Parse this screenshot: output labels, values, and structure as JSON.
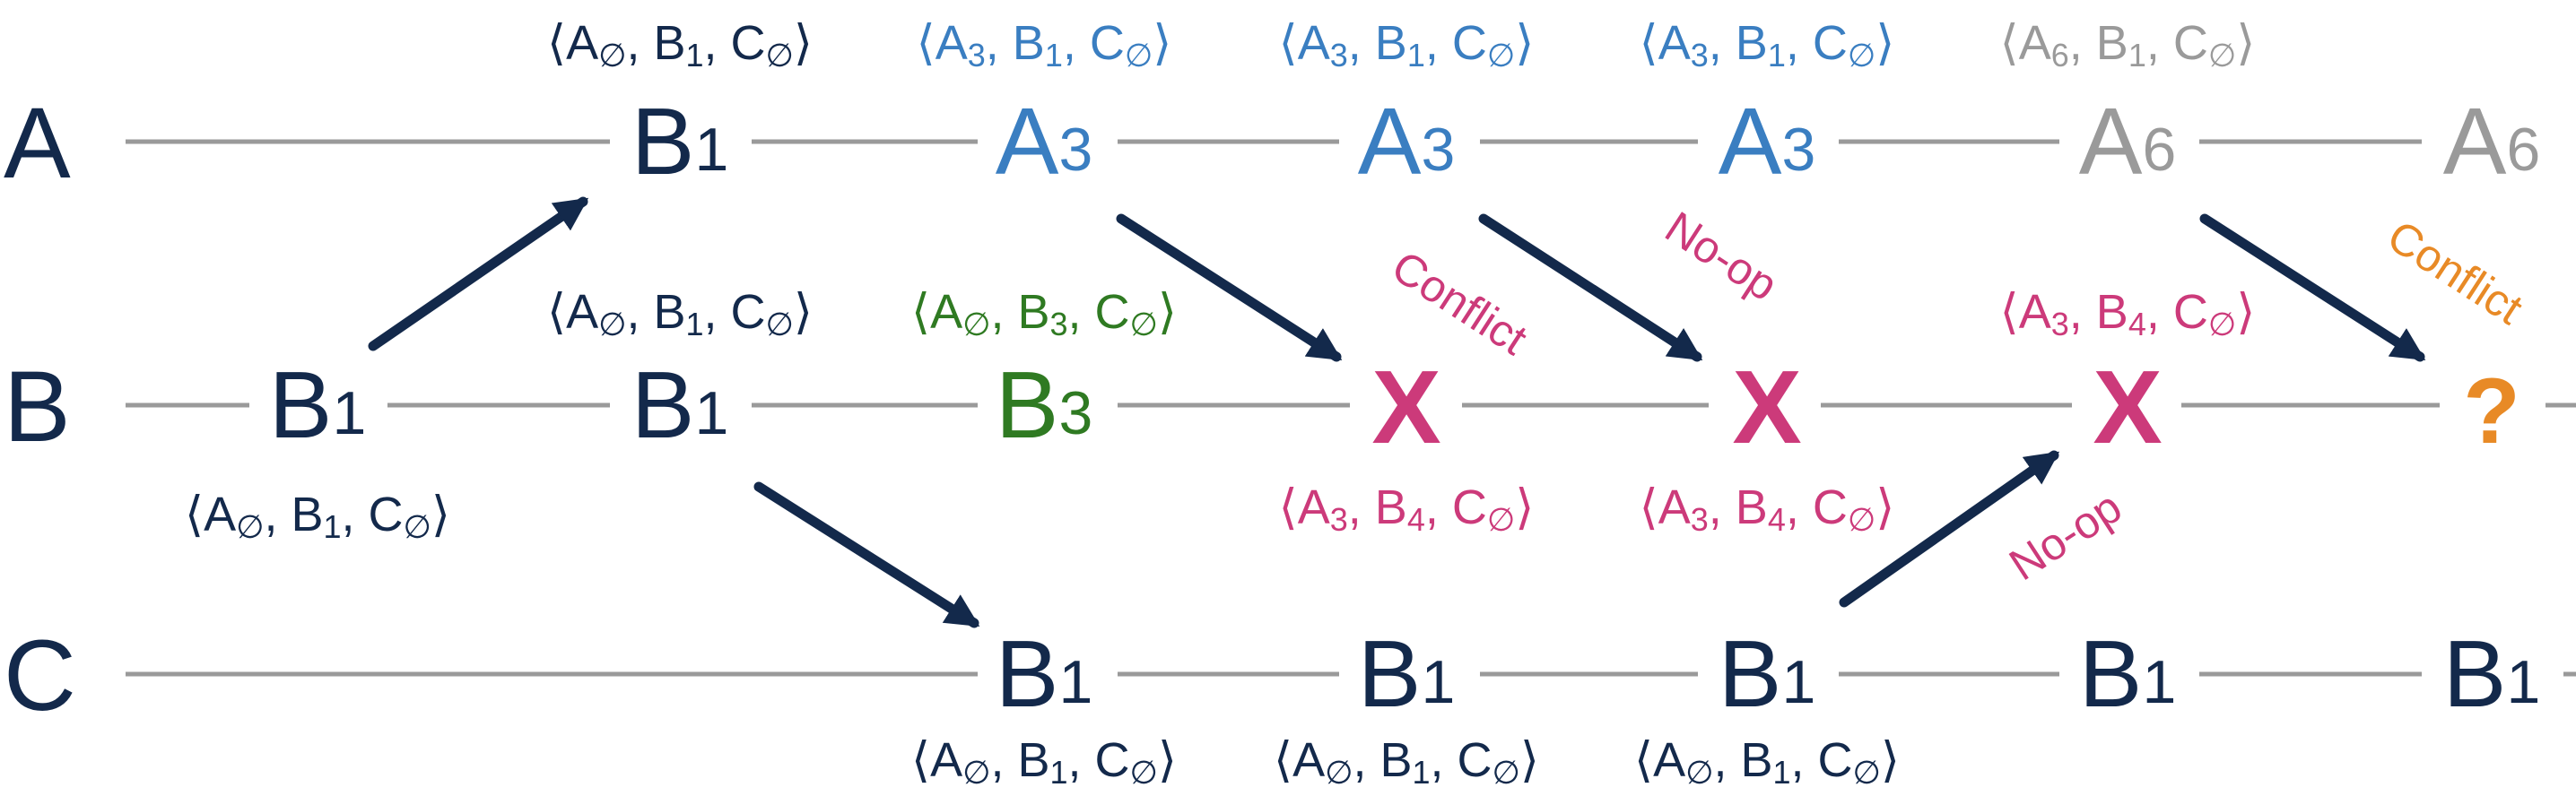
{
  "colors": {
    "navy": "#13294b",
    "blue": "#3a7ec1",
    "green": "#2f7a22",
    "gray": "#9a9a9a",
    "magenta": "#cc3a7a",
    "orange": "#e88a26",
    "line": "#9a9a9a"
  },
  "rows": [
    {
      "label": "A"
    },
    {
      "label": "B"
    },
    {
      "label": "C"
    }
  ],
  "nodes": [
    {
      "main": "B",
      "sub": "1",
      "color": "navy"
    },
    {
      "main": "A",
      "sub": "3",
      "color": "blue"
    },
    {
      "main": "A",
      "sub": "3",
      "color": "blue"
    },
    {
      "main": "A",
      "sub": "3",
      "color": "blue"
    },
    {
      "main": "A",
      "sub": "6",
      "color": "gray"
    },
    {
      "main": "A",
      "sub": "6",
      "color": "gray"
    },
    {
      "main": "B",
      "sub": "1",
      "color": "navy"
    },
    {
      "main": "B",
      "sub": "1",
      "color": "navy"
    },
    {
      "main": "B",
      "sub": "3",
      "color": "green"
    },
    {
      "mark": "X",
      "color": "magenta"
    },
    {
      "mark": "X",
      "color": "magenta"
    },
    {
      "mark": "X",
      "color": "magenta"
    },
    {
      "mark": "?",
      "color": "orange"
    },
    {
      "main": "B",
      "sub": "1",
      "color": "navy"
    },
    {
      "main": "B",
      "sub": "1",
      "color": "navy"
    },
    {
      "main": "B",
      "sub": "1",
      "color": "navy"
    },
    {
      "main": "B",
      "sub": "1",
      "color": "navy"
    },
    {
      "main": "B",
      "sub": "1",
      "color": "navy"
    }
  ],
  "vectors": [
    {
      "a": "∅",
      "b": "1",
      "c": "∅",
      "color": "navy"
    },
    {
      "a": "3",
      "b": "1",
      "c": "∅",
      "color": "blue"
    },
    {
      "a": "3",
      "b": "1",
      "c": "∅",
      "color": "blue"
    },
    {
      "a": "3",
      "b": "1",
      "c": "∅",
      "color": "blue"
    },
    {
      "a": "6",
      "b": "1",
      "c": "∅",
      "color": "gray"
    },
    {
      "a": "∅",
      "b": "1",
      "c": "∅",
      "color": "navy"
    },
    {
      "a": "∅",
      "b": "3",
      "c": "∅",
      "color": "green"
    },
    {
      "a": "3",
      "b": "4",
      "c": "∅",
      "color": "magenta"
    },
    {
      "a": "∅",
      "b": "1",
      "c": "∅",
      "color": "navy"
    },
    {
      "a": "3",
      "b": "4",
      "c": "∅",
      "color": "magenta"
    },
    {
      "a": "3",
      "b": "4",
      "c": "∅",
      "color": "magenta"
    },
    {
      "a": "∅",
      "b": "1",
      "c": "∅",
      "color": "navy"
    },
    {
      "a": "∅",
      "b": "1",
      "c": "∅",
      "color": "navy"
    },
    {
      "a": "∅",
      "b": "1",
      "c": "∅",
      "color": "navy"
    }
  ],
  "vector_labels": {
    "a": "A",
    "b": "B",
    "c": "C"
  },
  "annotations": [
    {
      "text": "Conflict",
      "color": "magenta"
    },
    {
      "text": "No-op",
      "color": "magenta"
    },
    {
      "text": "No-op",
      "color": "magenta"
    },
    {
      "text": "Conflict",
      "color": "orange"
    }
  ]
}
